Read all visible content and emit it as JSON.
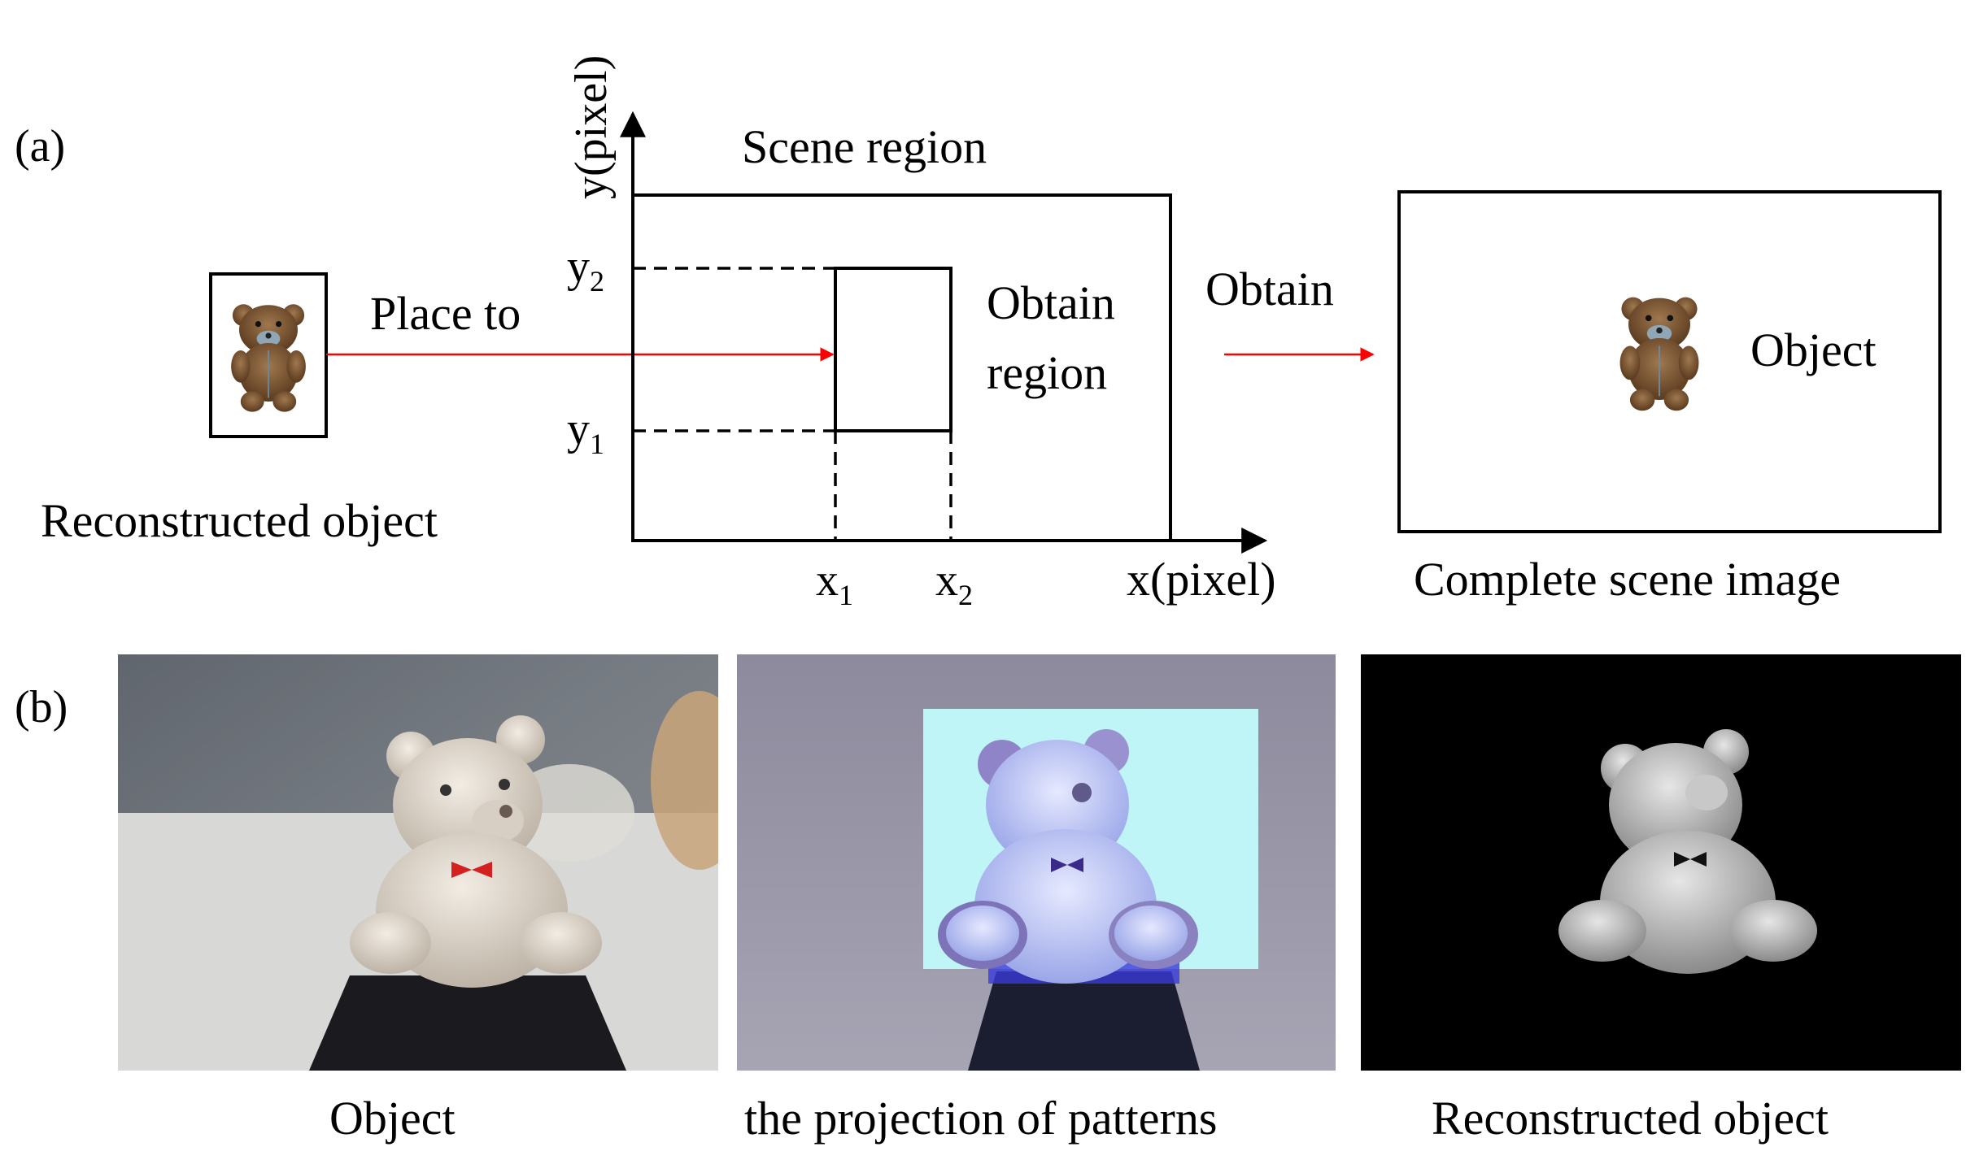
{
  "panel_a": {
    "label": "(a)",
    "reconstructed_object_caption": "Reconstructed object",
    "place_to_label": "Place to",
    "y_axis_label": "y(pixel)",
    "x_axis_label": "x(pixel)",
    "scene_region_label": "Scene region",
    "y2": {
      "base": "y",
      "sub": "2"
    },
    "y1": {
      "base": "y",
      "sub": "1"
    },
    "x1": {
      "base": "x",
      "sub": "1"
    },
    "x2": {
      "base": "x",
      "sub": "2"
    },
    "obtain_region_line1": "Obtain",
    "obtain_region_line2": "region",
    "obtain_label": "Obtain",
    "object_label": "Object",
    "complete_scene_caption": "Complete scene image",
    "arrow_color": "#ff0000"
  },
  "panel_b": {
    "label": "(b)",
    "photos": [
      {
        "caption": "Object",
        "icon": "teddy-bear-photo"
      },
      {
        "caption": "the projection of patterns",
        "icon": "projected-pattern-photo"
      },
      {
        "caption": "Reconstructed object",
        "icon": "reconstructed-depth-image"
      }
    ]
  }
}
